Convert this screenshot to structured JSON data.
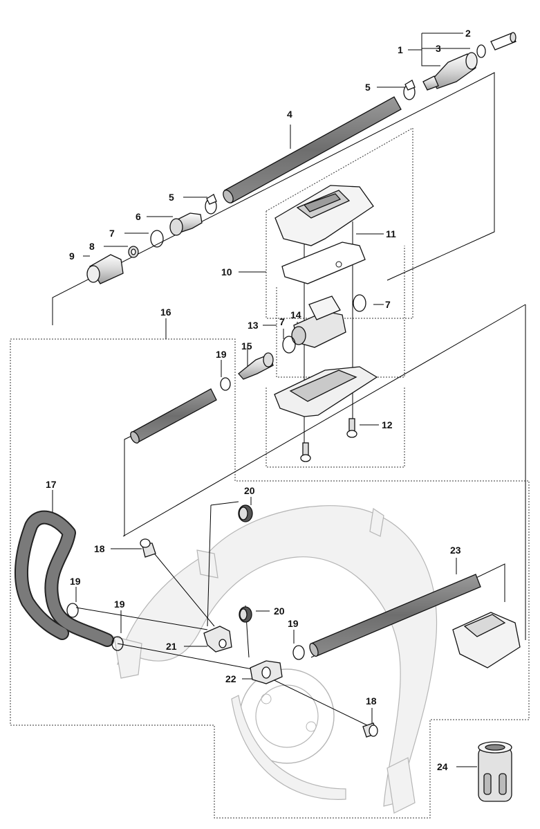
{
  "diagram": {
    "callouts": [
      {
        "id": "c1",
        "label": "1"
      },
      {
        "id": "c2",
        "label": "2"
      },
      {
        "id": "c3",
        "label": "3"
      },
      {
        "id": "c4",
        "label": "4"
      },
      {
        "id": "c5a",
        "label": "5"
      },
      {
        "id": "c5b",
        "label": "5"
      },
      {
        "id": "c6",
        "label": "6"
      },
      {
        "id": "c7a",
        "label": "7"
      },
      {
        "id": "c7b",
        "label": "7"
      },
      {
        "id": "c7c",
        "label": "7"
      },
      {
        "id": "c8",
        "label": "8"
      },
      {
        "id": "c9",
        "label": "9"
      },
      {
        "id": "c10",
        "label": "10"
      },
      {
        "id": "c11",
        "label": "11"
      },
      {
        "id": "c12",
        "label": "12"
      },
      {
        "id": "c13",
        "label": "13"
      },
      {
        "id": "c14",
        "label": "14"
      },
      {
        "id": "c15",
        "label": "15"
      },
      {
        "id": "c16",
        "label": "16"
      },
      {
        "id": "c17",
        "label": "17"
      },
      {
        "id": "c18a",
        "label": "18"
      },
      {
        "id": "c18b",
        "label": "18"
      },
      {
        "id": "c19a",
        "label": "19"
      },
      {
        "id": "c19b",
        "label": "19"
      },
      {
        "id": "c19c",
        "label": "19"
      },
      {
        "id": "c19d",
        "label": "19"
      },
      {
        "id": "c20a",
        "label": "20"
      },
      {
        "id": "c20b",
        "label": "20"
      },
      {
        "id": "c21",
        "label": "21"
      },
      {
        "id": "c22",
        "label": "22"
      },
      {
        "id": "c23",
        "label": "23"
      },
      {
        "id": "c24",
        "label": "24"
      }
    ]
  }
}
